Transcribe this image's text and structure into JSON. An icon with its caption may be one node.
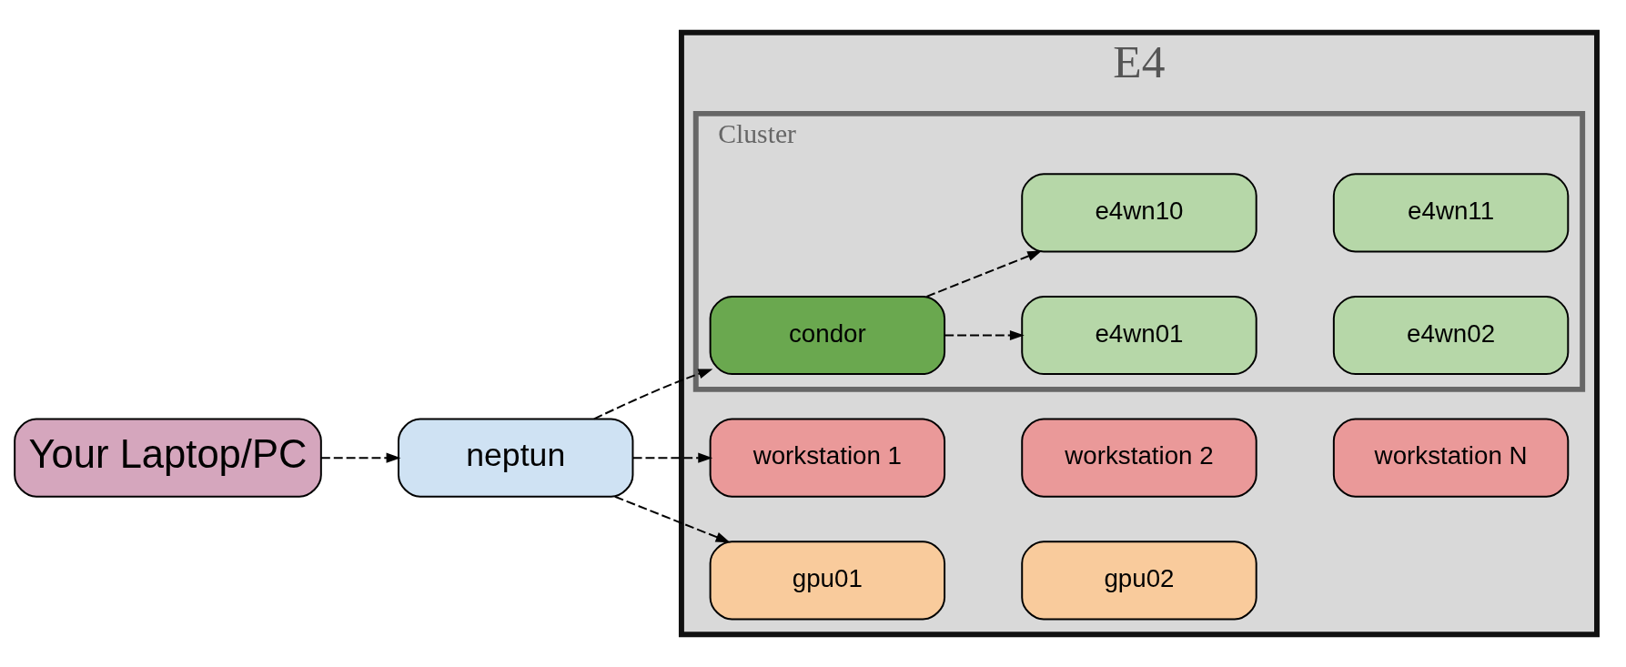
{
  "diagram": {
    "nodes": [
      {
        "text": [
          "Your Laptop/PC"
        ]
      },
      {
        "text": [
          "neptun"
        ]
      },
      {
        "text": [
          "E4"
        ]
      },
      {
        "text": [
          "workstation 1"
        ],
        "in": 2
      },
      {
        "text": [
          "workstation 2"
        ],
        "in": 2
      },
      {
        "text": [
          "workstation N"
        ],
        "in": 2
      },
      {
        "text": [
          "Cluster"
        ],
        "in": 2
      },
      {
        "text": [
          "condor"
        ],
        "in": 6
      },
      {
        "text": [
          "e4wn01"
        ],
        "in": 6
      },
      {
        "text": [
          "e4wn02"
        ],
        "in": 6
      },
      {
        "text": [
          "e4wn10"
        ],
        "in": 6
      },
      {
        "text": [
          "e4wn11"
        ],
        "in": 6
      },
      {
        "text": [
          "gpu01"
        ],
        "in": 2
      },
      {
        "text": [
          "gpu02"
        ],
        "in": 2
      }
    ],
    "edges": [
      {
        "from": 0,
        "to": 1,
        "arrow": "to",
        "style": "dashed"
      },
      {
        "from": 1,
        "to": 3,
        "arrow": "to",
        "style": "dashed"
      },
      {
        "from": 1,
        "to": 7,
        "arrow": "to",
        "style": "dashed"
      },
      {
        "from": 1,
        "to": 12,
        "arrow": "to",
        "style": "dashed"
      },
      {
        "from": 7,
        "to": 8,
        "arrow": "to",
        "style": "dashed"
      },
      {
        "from": 7,
        "to": 10,
        "arrow": "to",
        "style": "dashed"
      }
    ]
  }
}
